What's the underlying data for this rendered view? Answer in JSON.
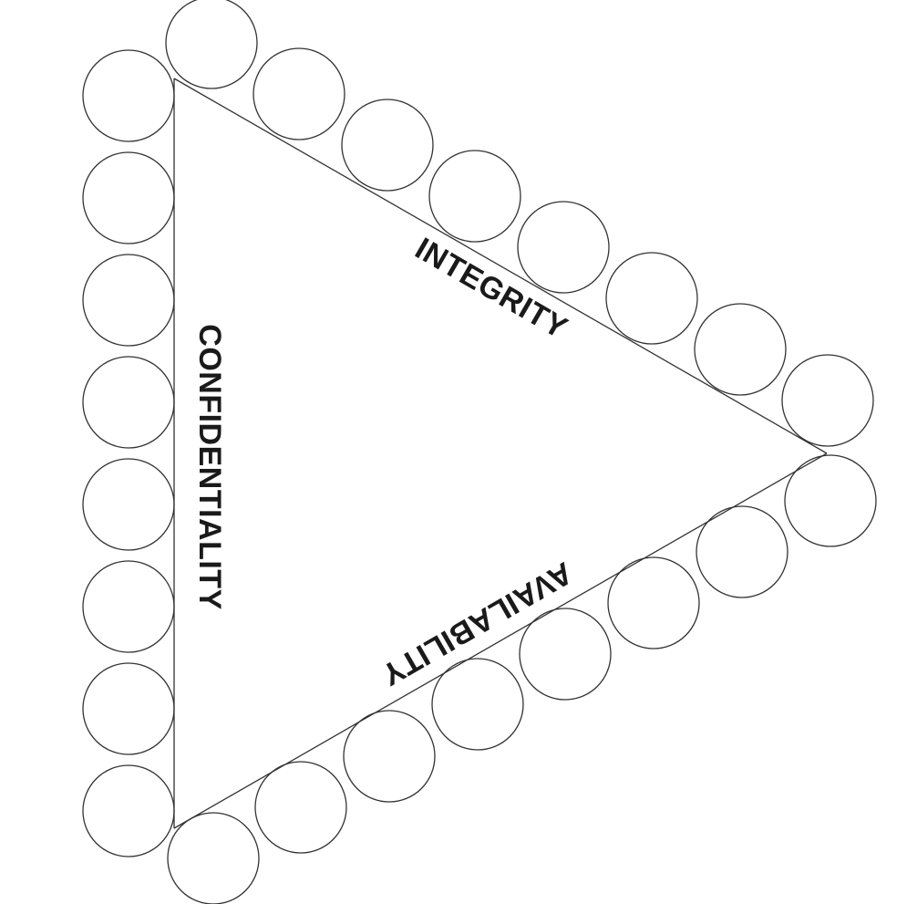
{
  "diagram": {
    "labels": {
      "confidentiality": "CONFIDENTIALITY",
      "integrity": "INTEGRITY",
      "availability": "AVAILABILITY"
    },
    "colors": {
      "stroke": "#333333",
      "text": "#1a1a1a",
      "background": "#ffffff"
    }
  }
}
